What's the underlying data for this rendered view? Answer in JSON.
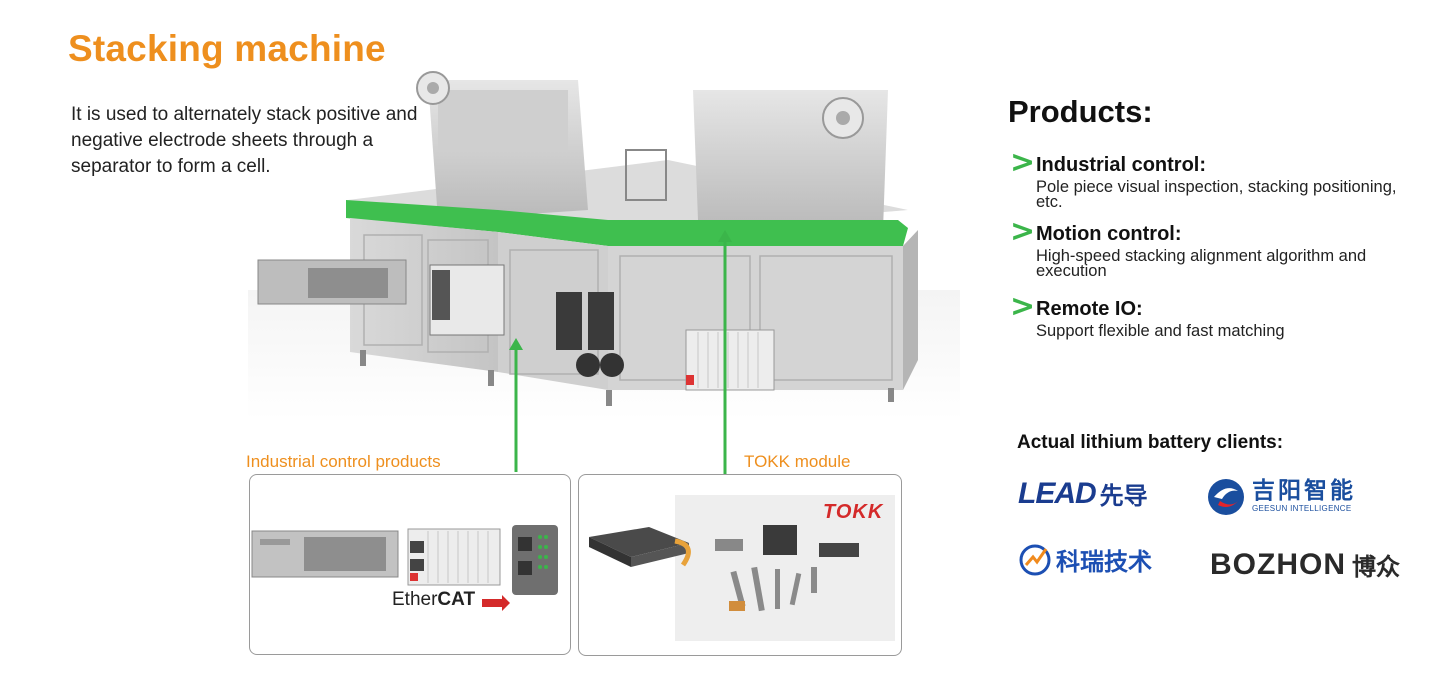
{
  "title": "Stacking machine",
  "description": "It is used to alternately stack positive and negative electrode sheets through a separator to form a cell.",
  "products": {
    "heading": "Products:",
    "items": [
      {
        "title": "Industrial control:",
        "desc": "Pole piece visual inspection, stacking positioning, etc."
      },
      {
        "title": "Motion control:",
        "desc": "High-speed stacking alignment algorithm and execution"
      },
      {
        "title": "Remote IO:",
        "desc": "Support flexible and fast matching"
      }
    ]
  },
  "clients": {
    "heading": "Actual lithium battery clients:",
    "lead": {
      "mark": "LEAD",
      "cn": "先导"
    },
    "geesun": {
      "cn": "吉阳智能",
      "en": "GEESUN INTELLIGENCE"
    },
    "korui": {
      "cn": "科瑞技术"
    },
    "bozhon": {
      "mark": "BOZHON",
      "cn": "博众"
    }
  },
  "boxes": {
    "left_label": "Industrial control products",
    "right_label": "TOKK module",
    "ethercat_prefix": "Ether",
    "ethercat_bold": "CAT",
    "tokk_logo": "TOKK"
  },
  "colors": {
    "accent_orange": "#ee8f1e",
    "accent_green": "#3bb54a",
    "machine_green": "#3fbf4f"
  }
}
